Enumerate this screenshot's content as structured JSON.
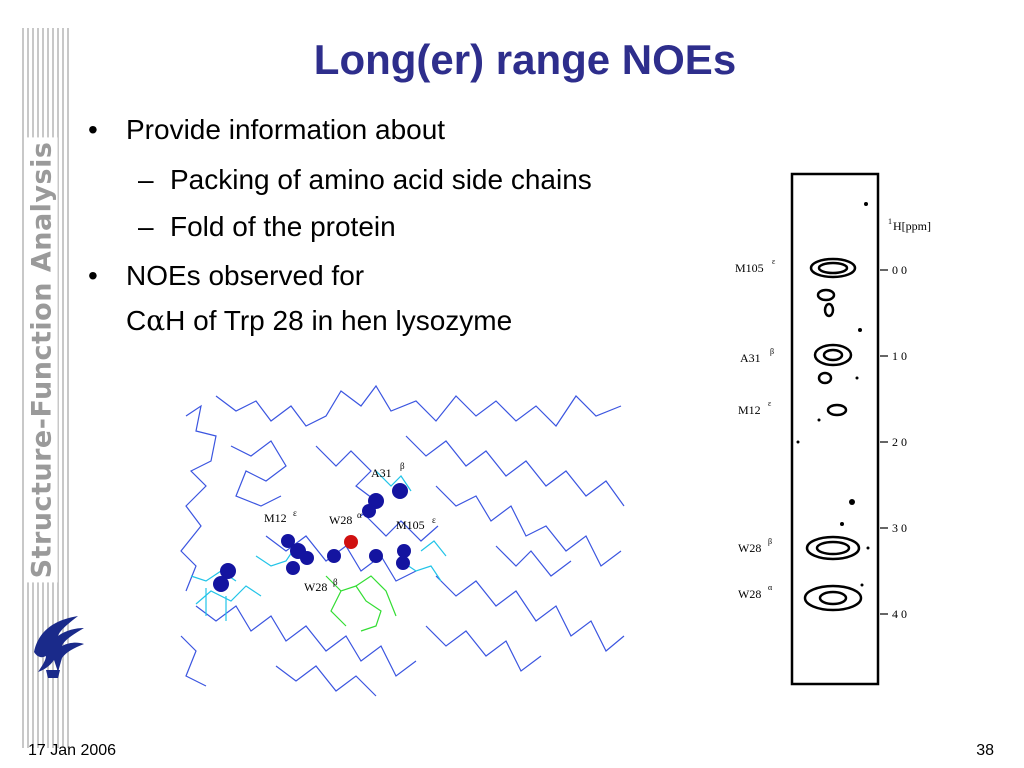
{
  "slide": {
    "title": "Long(er) range NOEs",
    "side_title": "Structure-Function Analysis",
    "bullets": {
      "b1": "Provide information about",
      "b1_sub1": "Packing of amino acid side chains",
      "b1_sub2": "Fold of the protein",
      "b2_line1": "NOEs observed for",
      "b2_line2_pre": "C",
      "b2_line2_greek": "α",
      "b2_line2_post": "H of Trp 28 in hen lysozyme"
    },
    "bullet_symbol": "•",
    "dash_symbol": "–",
    "footer": {
      "date": "17 Jan 2006",
      "page": "38"
    }
  },
  "structure_labels": {
    "a31": "A31",
    "a31_sup": "β",
    "m12": "M12",
    "m12_sup": "ε",
    "w28_top": "W28",
    "w28_top_sup": "α",
    "m105": "M105",
    "m105_sup": "ε",
    "w28_bottom": "W28",
    "w28_bottom_sup": "β"
  },
  "nmr": {
    "axis_label": "H[ppm]",
    "axis_label_sup": "1",
    "ticks": [
      "0 0",
      "1 0",
      "2 0",
      "3 0",
      "4 0"
    ],
    "peaks": [
      {
        "label": "M105",
        "sup": "ε"
      },
      {
        "label": "A31",
        "sup": "β"
      },
      {
        "label": "M12",
        "sup": "ε"
      },
      {
        "label": "W28",
        "sup": "β"
      },
      {
        "label": "W28",
        "sup": "α"
      }
    ]
  },
  "colors": {
    "title": "#2e2e8c",
    "backbone": "#3b55e0",
    "atoms": "#1414a0",
    "highlight": "#d01010",
    "cyan": "#22c4e8",
    "green": "#33dd33"
  },
  "icons": {
    "logo": "griffin-logo-icon"
  }
}
